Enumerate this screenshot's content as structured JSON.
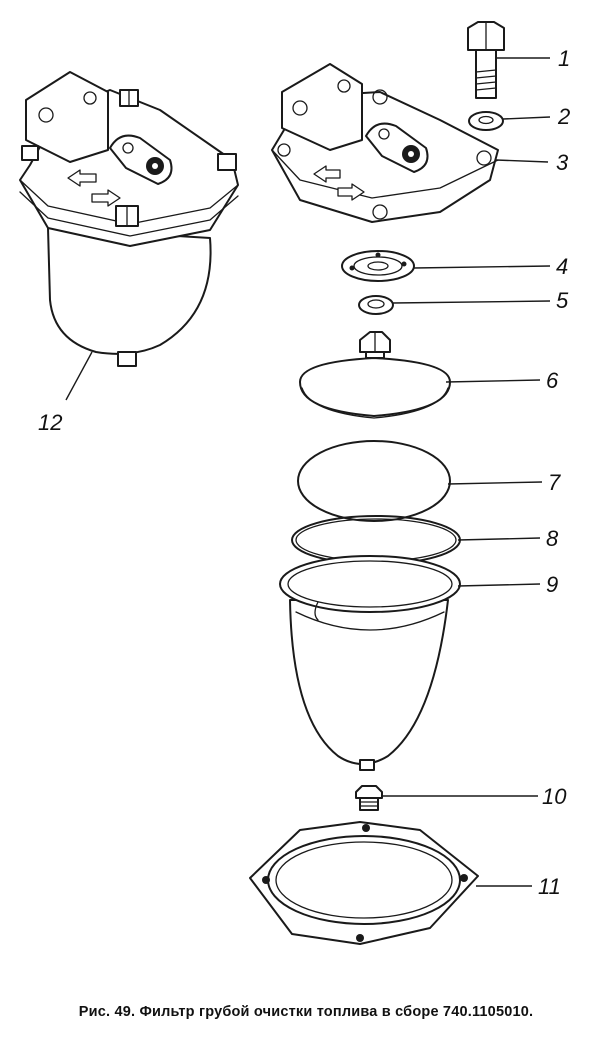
{
  "figure": {
    "caption": "Рис. 49. Фильтр грубой очистки топлива в сборе 740.1105010.",
    "callouts": [
      "1",
      "2",
      "3",
      "4",
      "5",
      "6",
      "7",
      "8",
      "9",
      "10",
      "11",
      "12"
    ]
  },
  "colors": {
    "ink": "#1a1a1a",
    "paper": "#ffffff"
  }
}
